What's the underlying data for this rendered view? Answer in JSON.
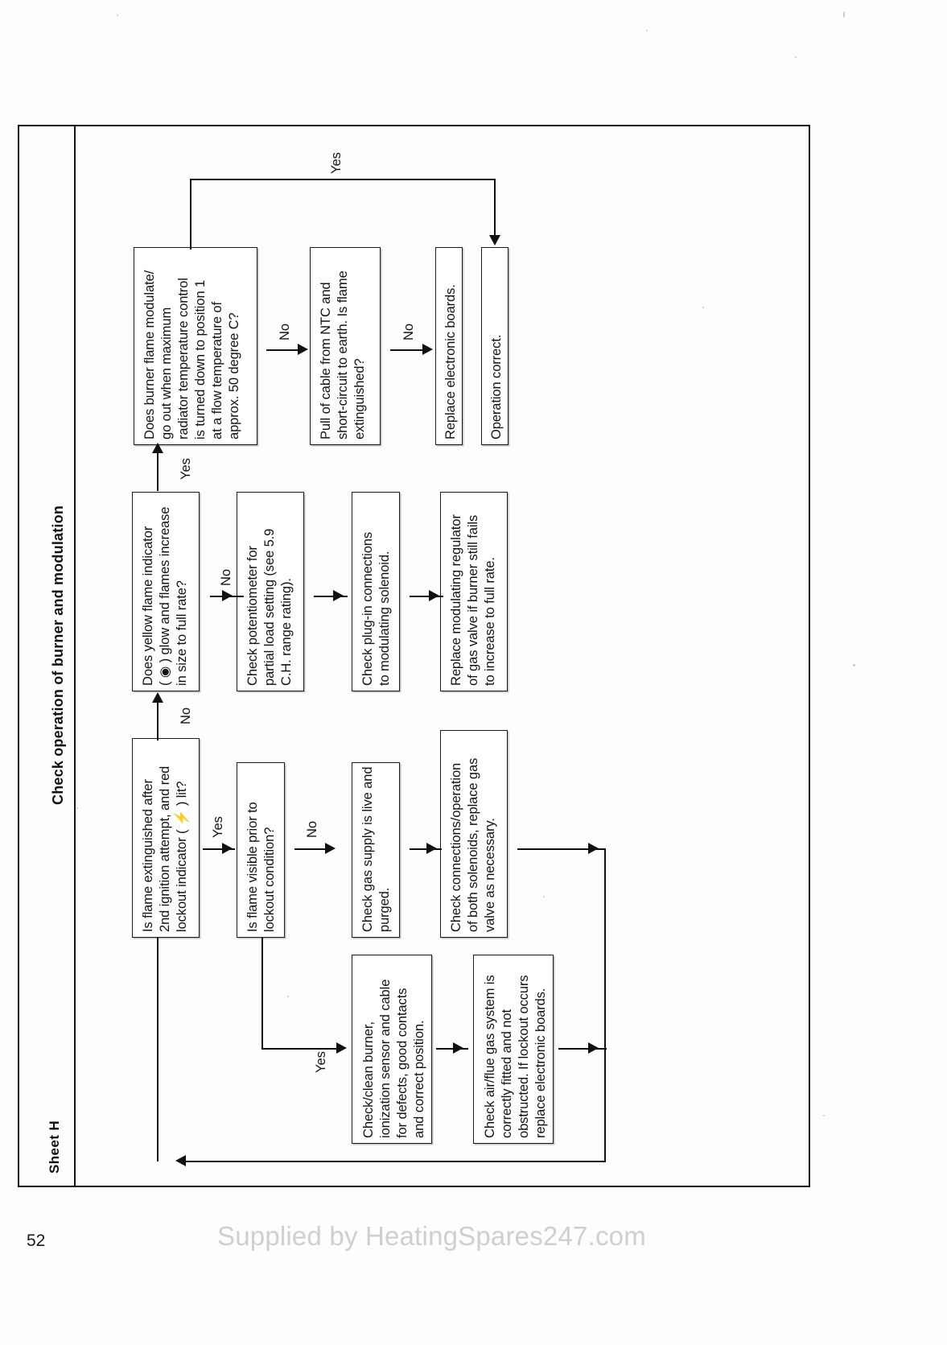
{
  "document": {
    "page_number": "52",
    "watermark": "Supplied by HeatingSpares247.com",
    "sheet_label": "Sheet H",
    "chart_title": "Check operation of burner and modulation"
  },
  "chart_data": {
    "type": "diagram",
    "title": "Check operation of burner and modulation",
    "orientation": "rotated-90-ccw",
    "nodes": [
      {
        "id": "n1",
        "text": "Is flame extinguished after\n2nd ignition attempt, and red\nlockout indicator ( ⚡ ) lit?",
        "kind": "decision"
      },
      {
        "id": "n2",
        "text": "Is flame visible prior to\nlockout condition?",
        "kind": "decision"
      },
      {
        "id": "n3",
        "text": "Check gas supply is live and\npurged.",
        "kind": "action"
      },
      {
        "id": "n4",
        "text": "Check connections/operation\nof both solenoids, replace gas\nvalve as necessary.",
        "kind": "action"
      },
      {
        "id": "n5",
        "text": "Check/clean burner,\nionization sensor and cable\nfor defects, good contacts\nand correct position.",
        "kind": "action"
      },
      {
        "id": "n6",
        "text": "Check air/flue gas system is\ncorrectly fitted and not\nobstructed. If lockout occurs\nreplace electronic boards.",
        "kind": "action"
      },
      {
        "id": "n7",
        "text": "Does yellow flame indicator\n( ◉ ) glow and flames increase\nin size to full rate?",
        "kind": "decision"
      },
      {
        "id": "n8",
        "text": "Check potentiometer for\npartial load setting (see 5.9\nC.H. range rating).",
        "kind": "action"
      },
      {
        "id": "n9",
        "text": "Check plug-in connections\nto modulating solenoid.",
        "kind": "action"
      },
      {
        "id": "n10",
        "text": "Replace modulating regulator\nof gas valve if burner still fails\nto increase to full rate.",
        "kind": "action"
      },
      {
        "id": "n11",
        "text": "Does burner flame modulate/\ngo out when maximum\nradiator temperature control\nis turned down to position 1\nat a flow temperature of\napprox. 50 degree C?",
        "kind": "decision"
      },
      {
        "id": "n12",
        "text": "Pull of cable from NTC and\nshort-circuit to earth. Is flame\nextinguished?",
        "kind": "decision"
      },
      {
        "id": "n13",
        "text": "Replace electronic boards.",
        "kind": "action"
      },
      {
        "id": "n14",
        "text": "Operation correct.",
        "kind": "terminal"
      }
    ],
    "edge_labels": [
      {
        "id": "e1",
        "label": "Yes",
        "from": "n1",
        "to": "n2"
      },
      {
        "id": "e2",
        "label": "No",
        "from": "n1",
        "to": "n7"
      },
      {
        "id": "e3",
        "label": "Yes",
        "from": "n2",
        "to": "n5"
      },
      {
        "id": "e4",
        "label": "No",
        "from": "n2",
        "to": "n3"
      },
      {
        "id": "e5",
        "label": "No",
        "from": "n7",
        "to": "n8"
      },
      {
        "id": "e6",
        "label": "Yes",
        "from": "n7",
        "to": "n11"
      },
      {
        "id": "e7",
        "label": "No",
        "from": "n11",
        "to": "n12"
      },
      {
        "id": "e8",
        "label": "No",
        "from": "n12",
        "to": "n13"
      },
      {
        "id": "e9",
        "label": "Yes",
        "from": "n11",
        "to": "n14"
      }
    ]
  }
}
